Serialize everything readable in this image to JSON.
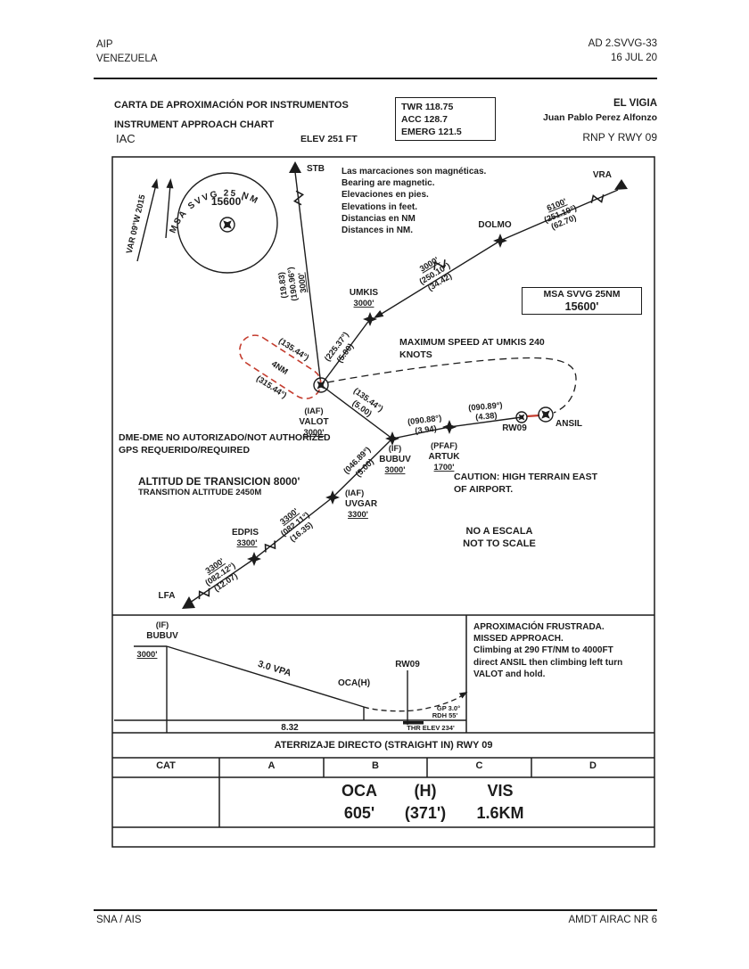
{
  "colors": {
    "ink": "#1c1c1c",
    "hold_red": "#c43c2e"
  },
  "header": {
    "aip": "AIP",
    "country": "VENEZUELA",
    "doc_ref": "AD 2.SVVG-33",
    "date": "16 JUL 20"
  },
  "title_block": {
    "title_es": "CARTA DE APROXIMACIÓN POR INSTRUMENTOS",
    "title_en": "INSTRUMENT APPROACH CHART",
    "chart_code": "IAC",
    "elevation": "ELEV 251 FT",
    "frequencies": {
      "twr": "TWR 118.75",
      "acc": "ACC 128.7",
      "emerg": "EMERG 121.5"
    },
    "airport_name": "EL VIGIA",
    "airport_full_name": "Juan Pablo Perez Alfonzo",
    "procedure": "RNP Y RWY 09"
  },
  "plan": {
    "variation": "VAR 09°W 2015",
    "msa": {
      "arc_label": "MSA  SVVG  25 NM",
      "altitude": "15600'"
    },
    "msa_box": {
      "line1": "MSA SVVG 25NM",
      "line2": "15600'"
    },
    "notes": [
      "Las marcaciones son magnéticas.",
      "Bearing are magnetic.",
      "Elevaciones en pies.",
      "Elevations in feet.",
      "Distancias en NM",
      "Distances in NM."
    ],
    "max_speed": [
      "MAXIMUM SPEED AT UMKIS 240",
      "KNOTS"
    ],
    "dme_note": [
      "DME-DME NO AUTORIZADO/NOT AUTHORIZED",
      "GPS REQUERIDO/REQUIRED"
    ],
    "transition": [
      "ALTITUD DE TRANSICION 8000'",
      "TRANSITION ALTITUDE 2450M"
    ],
    "caution": [
      "CAUTION: HIGH TERRAIN EAST",
      "OF AIRPORT."
    ],
    "not_to_scale": [
      "NO A ESCALA",
      "NOT TO SCALE"
    ],
    "fixes": {
      "stb": "STB",
      "vra": "VRA",
      "dolmo": "DOLMO",
      "umkis": {
        "name": "UMKIS",
        "alt": "3000'"
      },
      "valot": {
        "role": "(IAF)",
        "name": "VALOT",
        "alt": "3000'"
      },
      "bubuv": {
        "role": "(IF)",
        "name": "BUBUV",
        "alt": "3000'"
      },
      "artuk": {
        "role": "(PFAF)",
        "name": "ARTUK",
        "alt": "1700'"
      },
      "uvgar": {
        "role": "(IAF)",
        "name": "UVGAR",
        "alt": "3300'"
      },
      "edpis": {
        "name": "EDPIS",
        "alt": "3300'"
      },
      "lfa": "LFA",
      "rw09": "RW09",
      "ansil": "ANSIL"
    },
    "segments": {
      "valot_stb": {
        "alt": "3000'",
        "brg": "(190.96°)",
        "dist": "(19.83)"
      },
      "dolmo_vra": {
        "alt": "6100'",
        "brg": "(251.19°)",
        "dist": "(62.70)"
      },
      "umkis_dolmo": {
        "alt": "3000'",
        "brg": "(250.10°)",
        "dist": "(34.42)"
      },
      "umkis_valot": {
        "brg": "(225.37°)",
        "dist": "(5.00)"
      },
      "valot_bubuv": {
        "brg": "(135.44°)",
        "dist": "(5.00)"
      },
      "bubuv_artuk": {
        "brg": "(090.88°)",
        "dist": "(3.94)"
      },
      "artuk_rw09": {
        "brg": "(090.89°)",
        "dist": "(4.38)"
      },
      "uvgar_bubuv": {
        "brg": "(046.89°)",
        "dist": "(5.00)"
      },
      "edpis_uvgar": {
        "alt": "3300'",
        "brg": "(082.11°)",
        "dist": "(16.35)"
      },
      "lfa_edpis": {
        "alt": "3300'",
        "brg": "(082.12°)",
        "dist": "(12.07)"
      }
    },
    "hold": {
      "inbound": "(135.44°)",
      "leg": "4NM",
      "outbound": "(315.44°)"
    }
  },
  "profile": {
    "fix_role": "(IF)",
    "fix_name": "BUBUV",
    "fix_alt": "3000'",
    "vpa": "3.0 VPA",
    "oca_label": "OCA(H)",
    "rwy": "RW09",
    "gp": "GP 3.0°",
    "rdh": "RDH 55'",
    "distance": "8.32",
    "thr_elev": "THR ELEV 234'",
    "missed": [
      "APROXIMACIÓN FRUSTRADA.",
      "MISSED APPROACH.",
      "Climbing at 290 FT/NM to 4000FT",
      "direct ANSIL then climbing left turn",
      "VALOT and hold."
    ]
  },
  "minima": {
    "title": "ATERRIZAJE DIRECTO (STRAIGHT IN)  RWY 09",
    "columns": [
      "CAT",
      "A",
      "B",
      "C",
      "D"
    ],
    "labels": {
      "oca": "OCA",
      "h": "(H)",
      "vis": "VIS"
    },
    "values": {
      "oca": "605'",
      "h": "(371')",
      "vis": "1.6KM"
    }
  },
  "footer": {
    "left": "SNA / AIS",
    "right": "AMDT AIRAC NR 6"
  }
}
